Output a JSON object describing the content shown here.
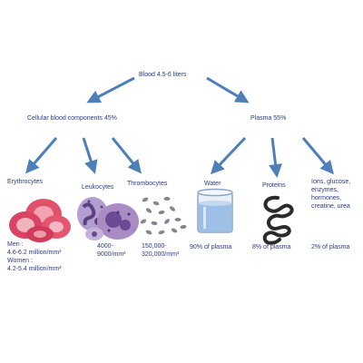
{
  "root": {
    "label": "Blood 4.5-6 liters"
  },
  "branches": {
    "cellular": {
      "label": "Cellular blood components 45%"
    },
    "plasma": {
      "label": "Plasma 55%"
    }
  },
  "components": {
    "erythrocytes": {
      "label": "Erythrocytes",
      "value_line1": "Men :",
      "value_line2": "4.6-6.2 million/mm³",
      "value_line3": "Women :",
      "value_line4": "4.2-5.4 million/mm³"
    },
    "leukocytes": {
      "label": "Leukocytes",
      "value_line1": "4000-",
      "value_line2": "9000/mm³"
    },
    "thrombocytes": {
      "label": "Thrombocytes",
      "value_line1": "150,000-",
      "value_line2": "320,000/mm³"
    },
    "water": {
      "label": "Water",
      "value": "90% of plasma"
    },
    "proteins": {
      "label": "Proteins",
      "value": "8% of plasma"
    },
    "others": {
      "label_line1": "Ions, glucose,",
      "label_line2": "enzymes,",
      "label_line3": "hormones,",
      "label_line4": "creatine, urea",
      "value": "2% of plasma"
    }
  },
  "colors": {
    "text": "#2a3a8c",
    "arrow": "#4d7fb8",
    "rbc": "#e0526b",
    "wbc": "#a98cc4",
    "platelet": "#8a8294",
    "water": "#9fc0e6"
  },
  "icons": {
    "erythrocytes": "red-blood-cells-illustration",
    "leukocytes": "white-blood-cells-illustration",
    "thrombocytes": "platelets-illustration",
    "water": "beaker-of-water-illustration",
    "proteins": "protein-strand-illustration"
  }
}
